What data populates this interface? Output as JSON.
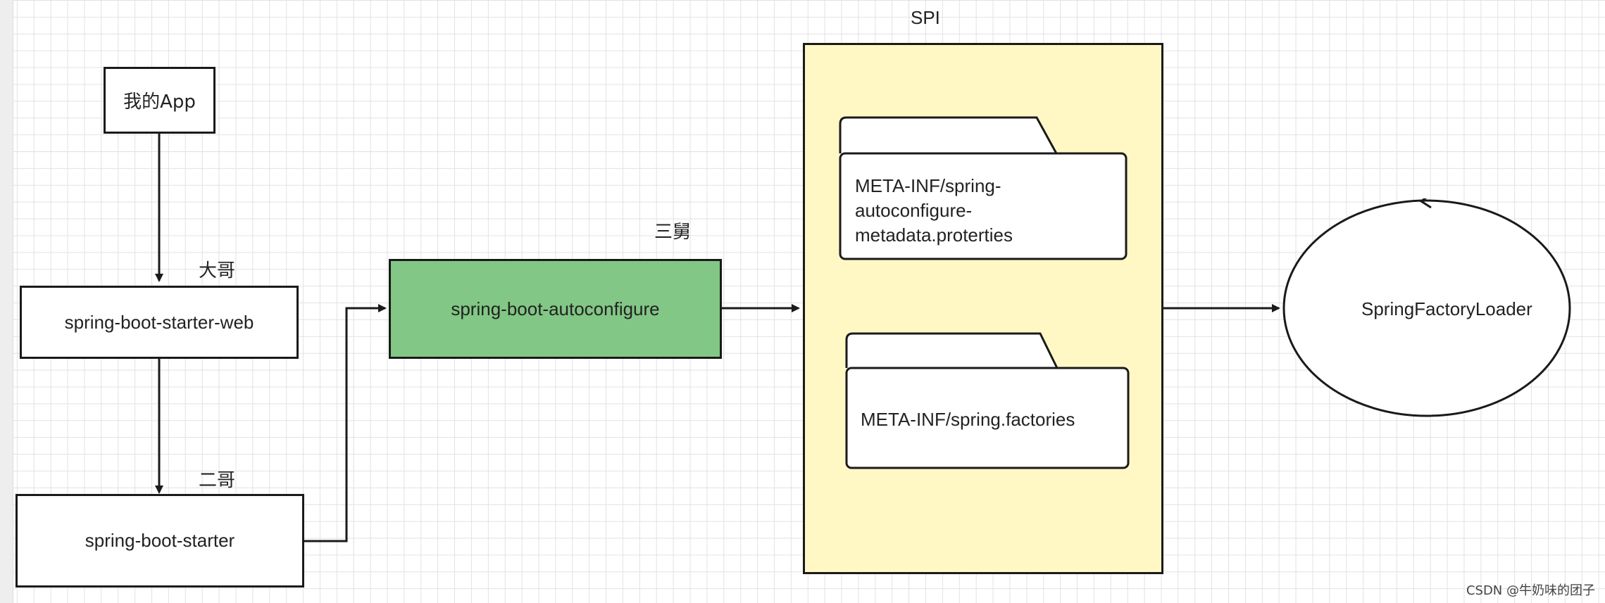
{
  "nodes": {
    "my_app": "我的App",
    "starter_web": "spring-boot-starter-web",
    "starter": "spring-boot-starter",
    "autoconfigure": "spring-boot-autoconfigure",
    "spi_title": "SPI",
    "folder_metadata": "META-INF/spring-\nautoconfigure-\nmetadata.proterties",
    "folder_factories": "META-INF/spring.factories",
    "factory_loader": "SpringFactoryLoader"
  },
  "labels": {
    "big_brother": "大哥",
    "second_brother": "二哥",
    "uncle": "三舅"
  },
  "colors": {
    "autoconfigure_fill": "#82c785",
    "spi_fill": "#fff8c4",
    "stroke": "#1a1a1a"
  },
  "watermark": "CSDN @牛奶味的团子"
}
